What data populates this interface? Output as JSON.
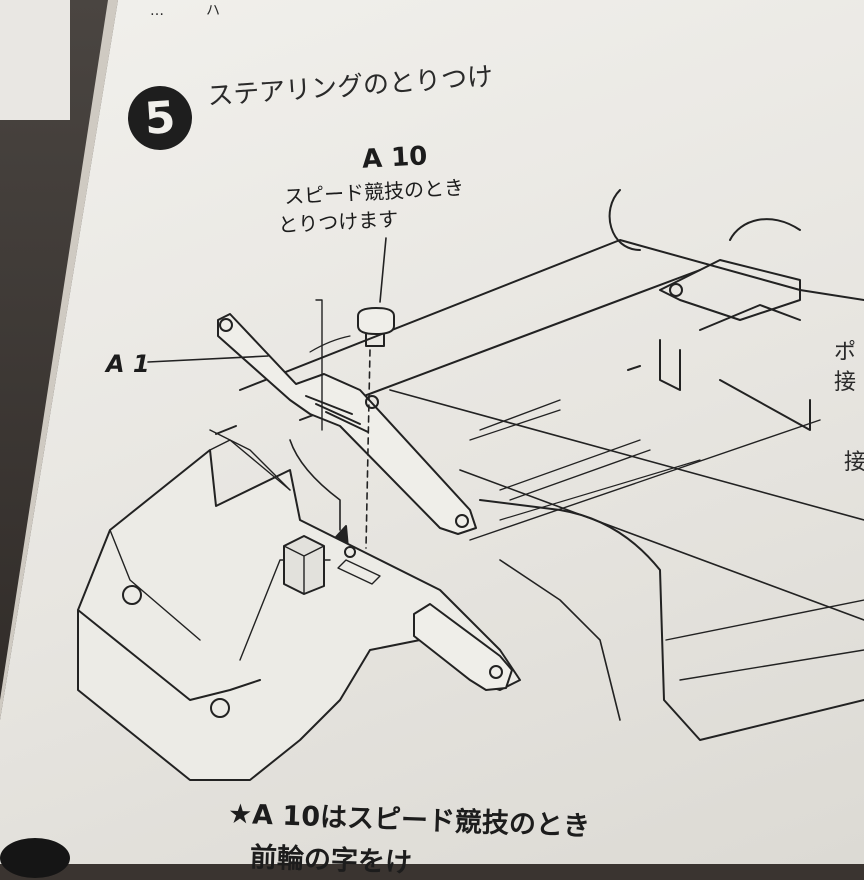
{
  "step": {
    "number": "5",
    "title": "ステアリングのとりつけ"
  },
  "parts": {
    "a10_label": "A 10",
    "a10_note_line1": "スピード競技のとき",
    "a10_note_line2": "とりつけます",
    "a1_label": "A 1"
  },
  "side_chars": [
    "ポ",
    "接",
    "接"
  ],
  "footer": {
    "line1": "★A 10はスピード競技のとき",
    "line2": "前輪の字をけ"
  },
  "top_fragment": "…　　　ハ"
}
